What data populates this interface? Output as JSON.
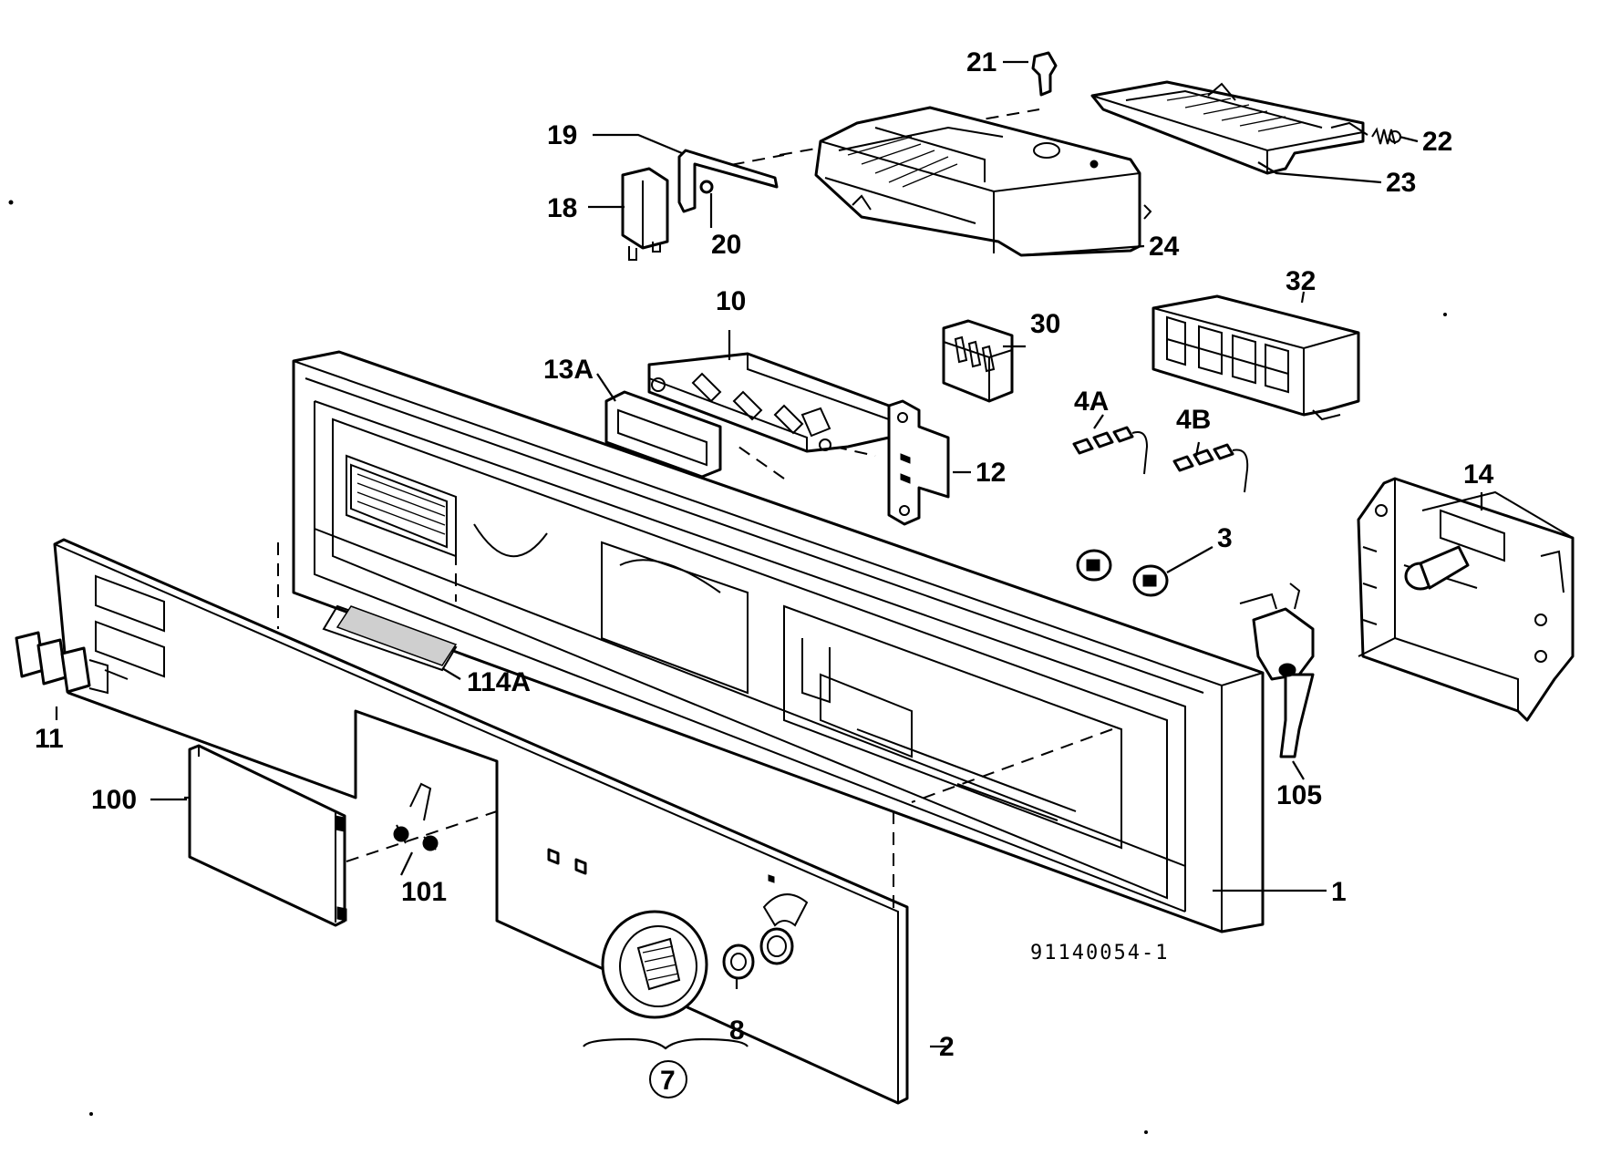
{
  "figure": {
    "reference_number": "91140054-1",
    "callouts": {
      "p1": "1",
      "p2": "2",
      "p3": "3",
      "p4a": "4A",
      "p4b": "4B",
      "p7": "7",
      "p8": "8",
      "p10": "10",
      "p11": "11",
      "p12": "12",
      "p13a": "13A",
      "p14": "14",
      "p18": "18",
      "p19": "19",
      "p20": "20",
      "p21": "21",
      "p22": "22",
      "p23": "23",
      "p24": "24",
      "p30": "30",
      "p32": "32",
      "p100": "100",
      "p101": "101",
      "p105": "105",
      "p114a": "114A"
    }
  }
}
